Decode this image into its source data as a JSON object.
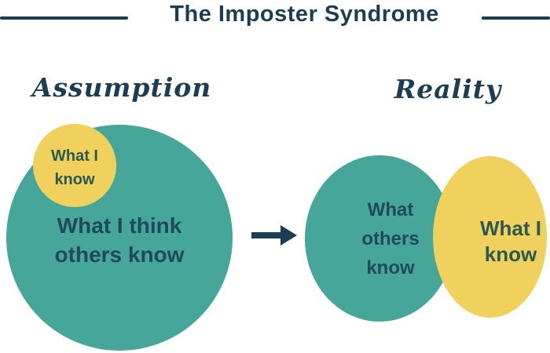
{
  "title": "The Imposter Syndrome",
  "colors": {
    "teal": "#47A69A",
    "yellow": "#F0D15E",
    "navy": "#1C3D52",
    "text_on_teal": "#1D4B5C",
    "text_on_yellow": "#2C5850"
  },
  "panels": {
    "assumption": {
      "label": "Assumption",
      "yellow_circle": {
        "line1": "What I",
        "line2": "know"
      },
      "teal_circle": {
        "line1": "What I think",
        "line2": "others know"
      }
    },
    "reality": {
      "label": "Reality",
      "teal_circle": {
        "line1": "What",
        "line2": "others",
        "line3": "know"
      },
      "yellow_circle": {
        "line1": "What I",
        "line2": "know"
      }
    }
  }
}
